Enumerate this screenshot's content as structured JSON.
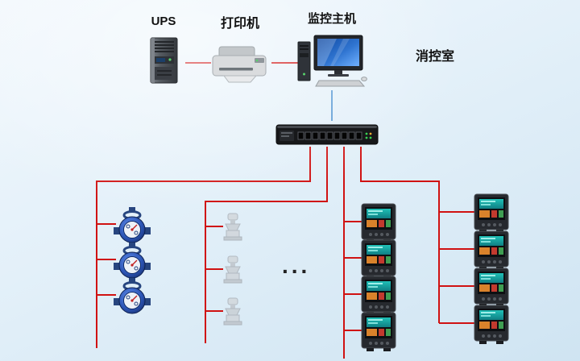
{
  "labels": {
    "ups": "UPS",
    "printer": "打印机",
    "monitor_host": "监控主机",
    "control_room": "消控室",
    "ellipsis": "..."
  },
  "colors": {
    "wire_red": "#d01212",
    "wire_blue": "#5b9bd5",
    "background_top": "#f2f8fd",
    "background_bottom": "#cfe4f2"
  },
  "devices": {
    "water_meters": 3,
    "valves": 3,
    "power_meters_left_column": 4,
    "power_meters_right_column": 4
  }
}
